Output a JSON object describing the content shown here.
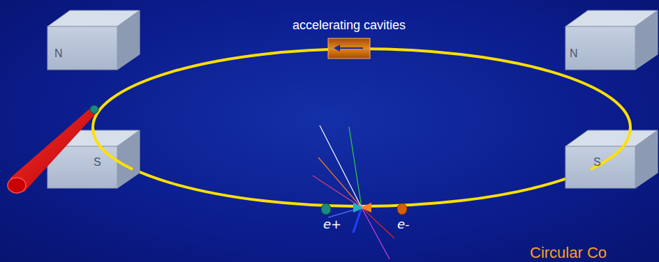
{
  "diagram": {
    "nodes": [
      {
        "text": [
          "N"
        ]
      },
      {
        "text": [
          "accelerating cavities"
        ]
      },
      {
        "text": [
          "N"
        ]
      },
      {
        "text": [
          "S"
        ]
      },
      {
        "text": [
          "S"
        ]
      }
    ],
    "edges": [],
    "labels": [
      "e+",
      "e-",
      "Circular Co"
    ]
  }
}
